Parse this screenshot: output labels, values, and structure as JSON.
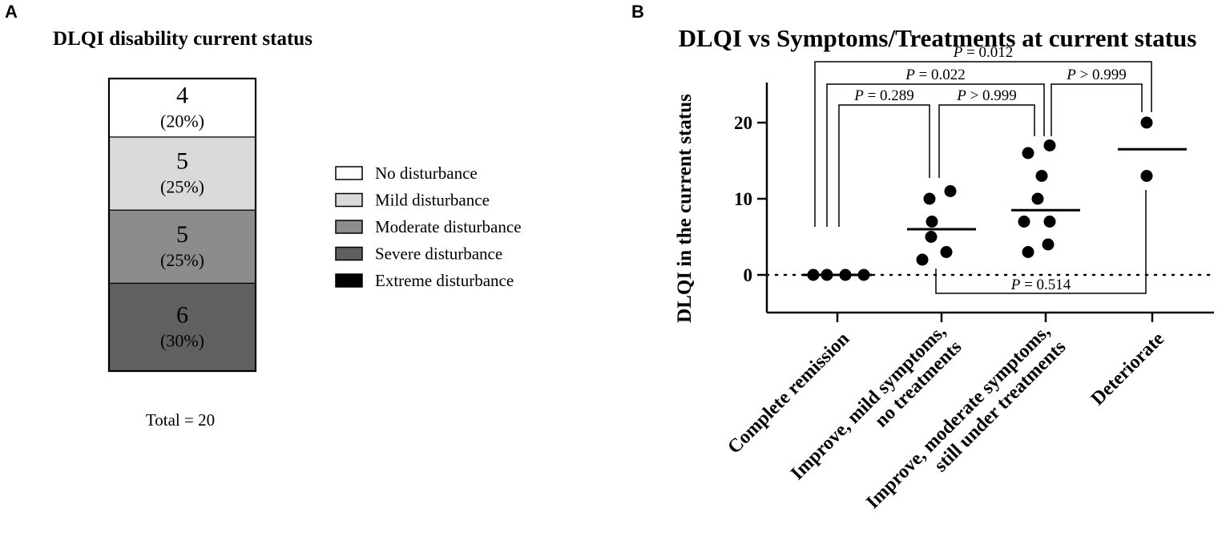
{
  "panel_a": {
    "letter": "A",
    "chart_data": {
      "type": "bar",
      "title": "DLQI disability current status",
      "segments": [
        {
          "category": "No disturbance",
          "count": "4",
          "percent": "(20%)",
          "value": 4,
          "color": "#ffffff"
        },
        {
          "category": "Mild disturbance",
          "count": "5",
          "percent": "(25%)",
          "value": 5,
          "color": "#d9d9d9"
        },
        {
          "category": "Moderate disturbance",
          "count": "5",
          "percent": "(25%)",
          "value": 5,
          "color": "#8c8c8c"
        },
        {
          "category": "Severe disturbance",
          "count": "6",
          "percent": "(30%)",
          "value": 6,
          "color": "#606060"
        }
      ],
      "legend": [
        {
          "label": "No disturbance",
          "color": "#ffffff"
        },
        {
          "label": "Mild disturbance",
          "color": "#d9d9d9"
        },
        {
          "label": "Moderate disturbance",
          "color": "#8c8c8c"
        },
        {
          "label": "Severe disturbance",
          "color": "#606060"
        },
        {
          "label": "Extreme disturbance",
          "color": "#000000"
        }
      ],
      "legend_position": "right",
      "total_label": "Total = 20"
    }
  },
  "panel_b": {
    "letter": "B",
    "chart_data": {
      "type": "scatter",
      "title": "DLQI vs Symptoms/Treatments at current status",
      "ylabel": "DLQI in the current status",
      "xlabel": "",
      "ylim": [
        -5,
        25
      ],
      "yticks": [
        0,
        10,
        20
      ],
      "grid": false,
      "reference_line_y": 0,
      "categories": [
        "Complete remission",
        "Improve, mild symptoms,\nno treatments",
        "Improve, moderate symptoms,\nstill under treatments",
        "Deteriorate"
      ],
      "category_lines": [
        [
          "Complete remission"
        ],
        [
          "Improve, mild symptoms,",
          "no treatments"
        ],
        [
          "Improve, moderate symptoms,",
          "still under treatments"
        ],
        [
          "Deteriorate"
        ]
      ],
      "series": [
        {
          "category": "Complete remission",
          "values": [
            0,
            0,
            0,
            0
          ],
          "median": 0
        },
        {
          "category": "Improve, mild symptoms, no treatments",
          "values": [
            10,
            11,
            7,
            5,
            2,
            3
          ],
          "median": 6
        },
        {
          "category": "Improve, moderate symptoms, still under treatments",
          "values": [
            16,
            17,
            13,
            10,
            7,
            7,
            3,
            4
          ],
          "median": 8.5
        },
        {
          "category": "Deteriorate",
          "values": [
            20,
            13
          ],
          "median": 16.5
        }
      ],
      "comparisons": [
        {
          "from": 0,
          "to": 1,
          "label": "P = 0.289",
          "side": "above"
        },
        {
          "from": 1,
          "to": 2,
          "label": "P > 0.999",
          "side": "above"
        },
        {
          "from": 0,
          "to": 2,
          "label": "P = 0.022",
          "side": "above"
        },
        {
          "from": 2,
          "to": 3,
          "label": "P > 0.999",
          "side": "above"
        },
        {
          "from": 0,
          "to": 3,
          "label": "P = 0.012",
          "side": "above"
        },
        {
          "from": 1,
          "to": 3,
          "label": "P = 0.514",
          "side": "below"
        }
      ]
    }
  }
}
